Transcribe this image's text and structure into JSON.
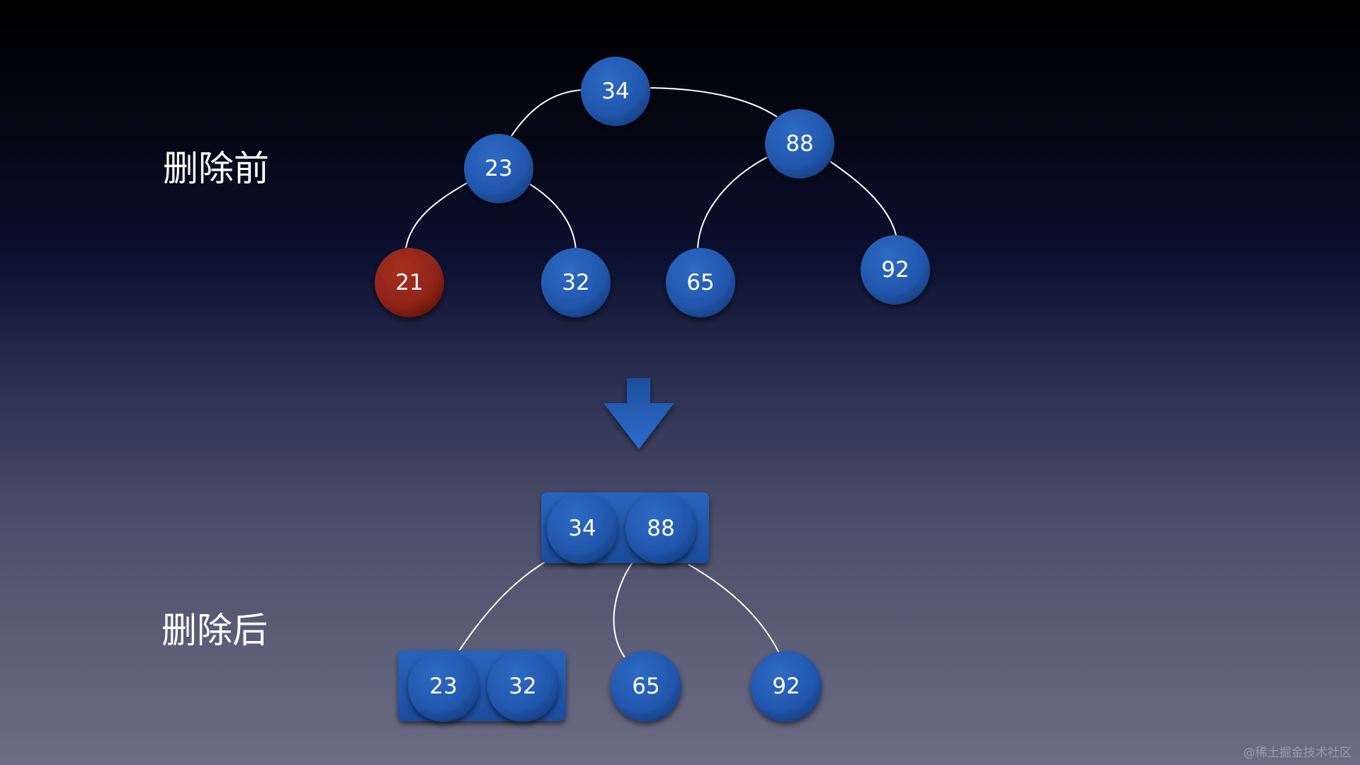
{
  "labels": {
    "before": "删除前",
    "after": "删除后"
  },
  "watermark": "@稀土掘金技术社区",
  "colors": {
    "node_blue": "#2257ad",
    "node_blue_dark": "#173f85",
    "node_red": "#8e2419",
    "node_red_dark": "#651409",
    "box_blue": "#2259b0",
    "edge": "#ffffff"
  },
  "before_tree": {
    "nodes": [
      {
        "id": "b34",
        "value": "34",
        "color": "blue"
      },
      {
        "id": "b23",
        "value": "23",
        "color": "blue"
      },
      {
        "id": "b88",
        "value": "88",
        "color": "blue"
      },
      {
        "id": "b21",
        "value": "21",
        "color": "red"
      },
      {
        "id": "b32",
        "value": "32",
        "color": "blue"
      },
      {
        "id": "b65",
        "value": "65",
        "color": "blue"
      },
      {
        "id": "b92",
        "value": "92",
        "color": "blue"
      }
    ],
    "edges": [
      [
        "b34",
        "b23"
      ],
      [
        "b34",
        "b88"
      ],
      [
        "b23",
        "b21"
      ],
      [
        "b23",
        "b32"
      ],
      [
        "b88",
        "b65"
      ],
      [
        "b88",
        "b92"
      ]
    ]
  },
  "after_tree": {
    "nodes": [
      {
        "id": "a34",
        "value": "34",
        "color": "blue"
      },
      {
        "id": "a88",
        "value": "88",
        "color": "blue"
      },
      {
        "id": "a23",
        "value": "23",
        "color": "blue"
      },
      {
        "id": "a32",
        "value": "32",
        "color": "blue"
      },
      {
        "id": "a65",
        "value": "65",
        "color": "blue"
      },
      {
        "id": "a92",
        "value": "92",
        "color": "blue"
      }
    ],
    "groups": [
      {
        "id": "g-root",
        "members": [
          "a34",
          "a88"
        ]
      },
      {
        "id": "g-left",
        "members": [
          "a23",
          "a32"
        ]
      }
    ],
    "edges": [
      [
        "g-root",
        "g-left"
      ],
      [
        "g-root",
        "a65"
      ],
      [
        "g-root",
        "a92"
      ]
    ]
  }
}
